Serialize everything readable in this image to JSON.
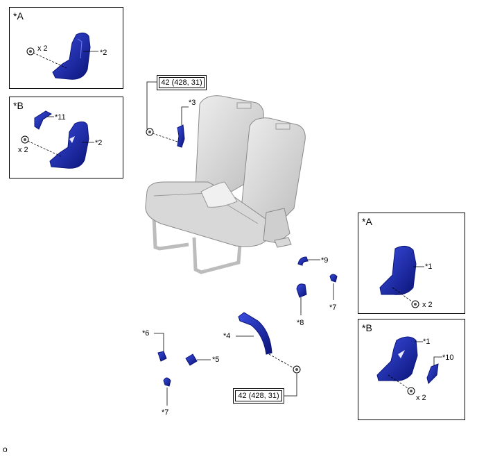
{
  "insets": {
    "top_a": {
      "view": "*A",
      "callout": "*2",
      "qty": "x 2"
    },
    "top_b": {
      "view": "*B",
      "callout_bracket": "*11",
      "callout": "*2",
      "qty": "x 2"
    },
    "right_a": {
      "view": "*A",
      "callout": "*1",
      "qty": "x 2"
    },
    "right_b": {
      "view": "*B",
      "callout": "*1",
      "callout_bracket": "*10",
      "qty": "x 2"
    }
  },
  "torque_top": "42 (428, 31)",
  "torque_bottom": "42 (428, 31)",
  "callouts": {
    "c3": "*3",
    "c4": "*4",
    "c5": "*5",
    "c6": "*6",
    "c7a": "*7",
    "c7b": "*7",
    "c8": "*8",
    "c9": "*9"
  },
  "footer_code": "o",
  "colors": {
    "part_blue": "#1f2fc4",
    "part_dark": "#0b1478",
    "seat_light": "#e6e6e6",
    "seat_mid": "#c8c8c8",
    "frame_gray": "#bcbcbc"
  }
}
